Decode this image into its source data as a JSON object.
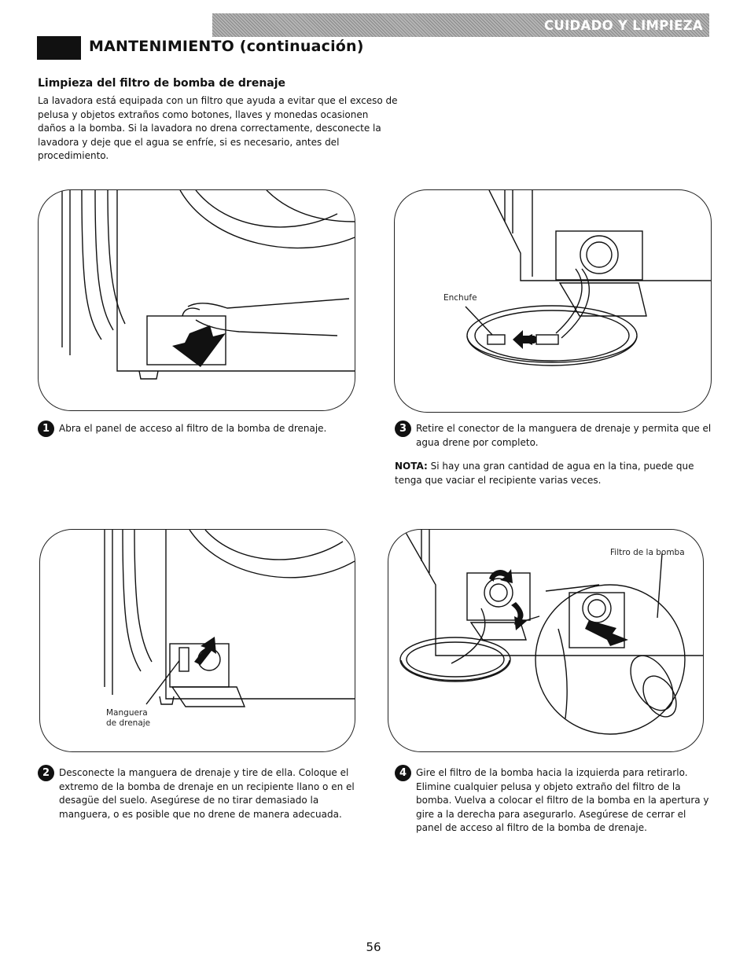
{
  "header": {
    "section_tab": "CUIDADO Y LIMPIEZA",
    "title": "MANTENIMIENTO (continuación)"
  },
  "intro": {
    "heading": "Limpieza del filtro de bomba de drenaje",
    "body": "La lavadora está equipada con un filtro que ayuda a evitar que el exceso de pelusa y objetos extraños como botones, llaves y monedas ocasionen daños a la bomba. Si la lavadora no drena correctamente, desconecte la lavadora y deje que el agua se enfríe, si es necesario, antes del procedimiento."
  },
  "steps": [
    {
      "number": "1",
      "text": "Abra el panel de acceso al filtro de la bomba de drenaje."
    },
    {
      "number": "2",
      "text": "Desconecte la manguera de drenaje y tire de ella. Coloque el extremo de la bomba de drenaje en un recipiente llano o en el desagüe del suelo. Asegúrese de no tirar demasiado la manguera, o es posible que no drene de manera adecuada."
    },
    {
      "number": "3",
      "text": "Retire el conector de la manguera de drenaje y permita que el agua drene por completo."
    },
    {
      "number": "4",
      "text": "Gire el filtro de la bomba hacia la izquierda para retirarlo. Elimine cualquier pelusa y objeto extraño del filtro de la bomba. Vuelva a colocar el filtro de la bomba en la apertura y gire a la derecha para asegurarlo. Asegúrese de cerrar el panel de acceso al filtro de la bomba de drenaje."
    }
  ],
  "note": {
    "label": "NOTA:",
    "text": " Si hay una gran cantidad de agua en la tina, puede que tenga que vaciar el recipiente varias veces."
  },
  "labels": {
    "plug": "Enchufe",
    "hose_line1": "Manguera",
    "hose_line2": "de drenaje",
    "pump_filter": "Filtro de la bomba"
  },
  "page_number": "56",
  "colors": {
    "text": "#111111",
    "header_bar": "#9e9e9e",
    "header_text": "#ffffff"
  }
}
